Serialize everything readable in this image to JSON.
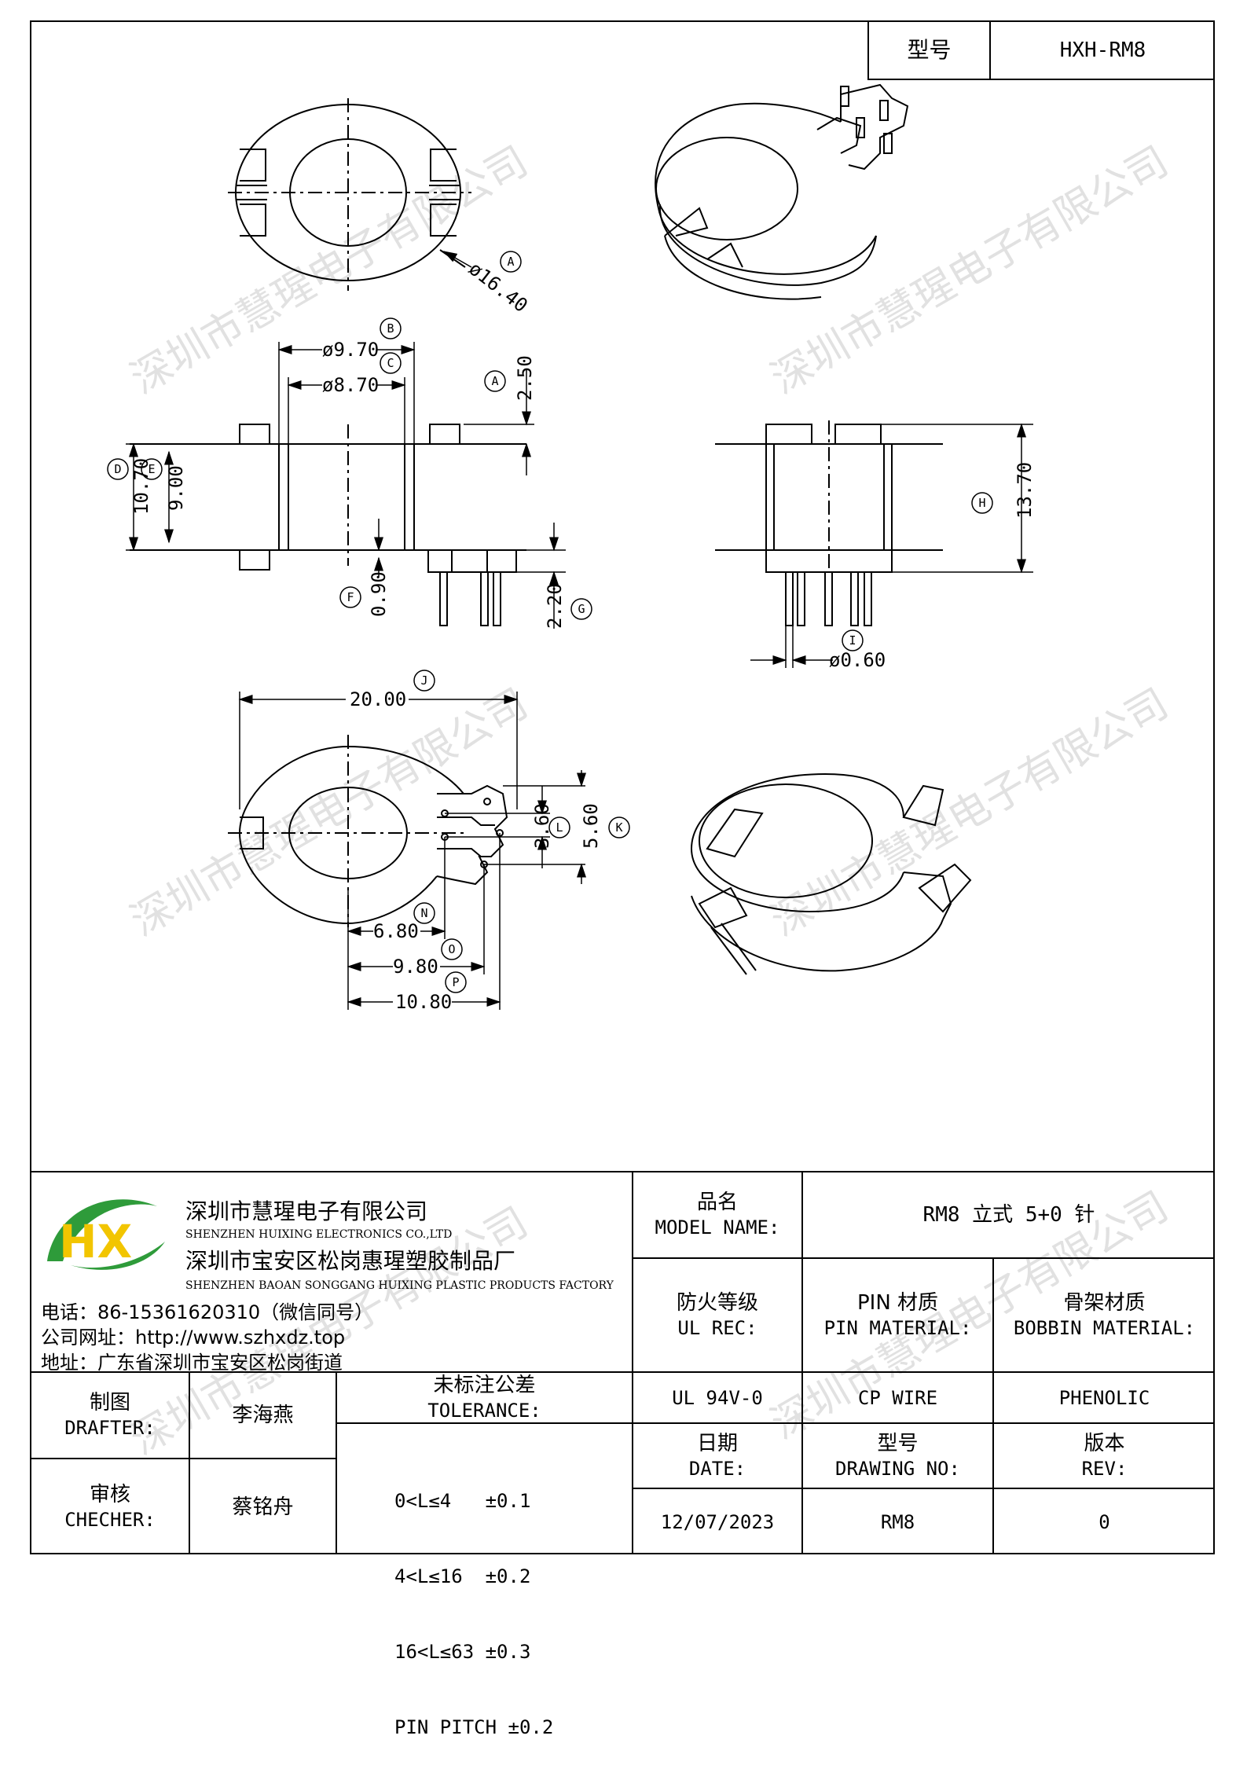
{
  "header": {
    "model_label": "型号",
    "model_value": "HXH-RM8"
  },
  "dimensions": {
    "a_top": "ø16.40",
    "b": "ø9.70",
    "c": "ø8.70",
    "a_side": "2.50",
    "d": "10.70",
    "e": "9.00",
    "f": "0.90",
    "g": "2.20",
    "h": "13.70",
    "i": "ø0.60",
    "j": "20.00",
    "l": "3.60",
    "k": "5.60",
    "n": "6.80",
    "o": "9.80",
    "p": "10.80"
  },
  "markers": [
    "A",
    "B",
    "C",
    "D",
    "E",
    "F",
    "G",
    "H",
    "I",
    "J",
    "K",
    "L",
    "N",
    "O",
    "P"
  ],
  "watermark": "深圳市慧瑆电子有限公司",
  "company": {
    "logo_letters": "HX",
    "name_cn": "深圳市慧瑆电子有限公司",
    "name_en": "SHENZHEN HUIXING ELECTRONICS CO.,LTD",
    "factory_cn": "深圳市宝安区松岗惠瑆塑胶制品厂",
    "factory_en": "SHENZHEN BAOAN SONGGANG HUIXING PLASTIC PRODUCTS FACTORY",
    "phone": "电话：86-15361620310（微信同号）",
    "website": "公司网址：http://www.szhxdz.top",
    "address": "地址：广东省深圳市宝安区松岗街道"
  },
  "title_block": {
    "model_name_cn": "品名",
    "model_name_en": "MODEL NAME:",
    "model_name_value": "RM8 立式 5+0 针",
    "ul_cn": "防火等级",
    "ul_en": "UL REC:",
    "pin_cn": "PIN 材质",
    "pin_en": "PIN MATERIAL:",
    "bobbin_cn": "骨架材质",
    "bobbin_en": "BOBBIN MATERIAL:",
    "ul_value": "UL 94V-0",
    "pin_value": "CP WIRE",
    "bobbin_value": "PHENOLIC",
    "drafter_cn": "制图",
    "drafter_en": "DRAFTER:",
    "drafter_name": "李海燕",
    "checker_cn": "审核",
    "checker_en": "CHECHER:",
    "checker_name": "蔡铭舟",
    "tolerance_cn": "未标注公差",
    "tolerance_en": "TOLERANCE:",
    "tolerances": [
      "0<L≤4   ±0.1",
      "4<L≤16  ±0.2",
      "16<L≤63 ±0.3",
      "PIN PITCH ±0.2"
    ],
    "date_cn": "日期",
    "date_en": "DATE:",
    "date_value": "12/07/2023",
    "drawing_cn": "型号",
    "drawing_en": "DRAWING NO:",
    "drawing_value": "RM8",
    "rev_cn": "版本",
    "rev_en": "REV:",
    "rev_value": "0"
  },
  "colors": {
    "logo_green": "#2e9b3a",
    "logo_yellow": "#f2c500"
  }
}
